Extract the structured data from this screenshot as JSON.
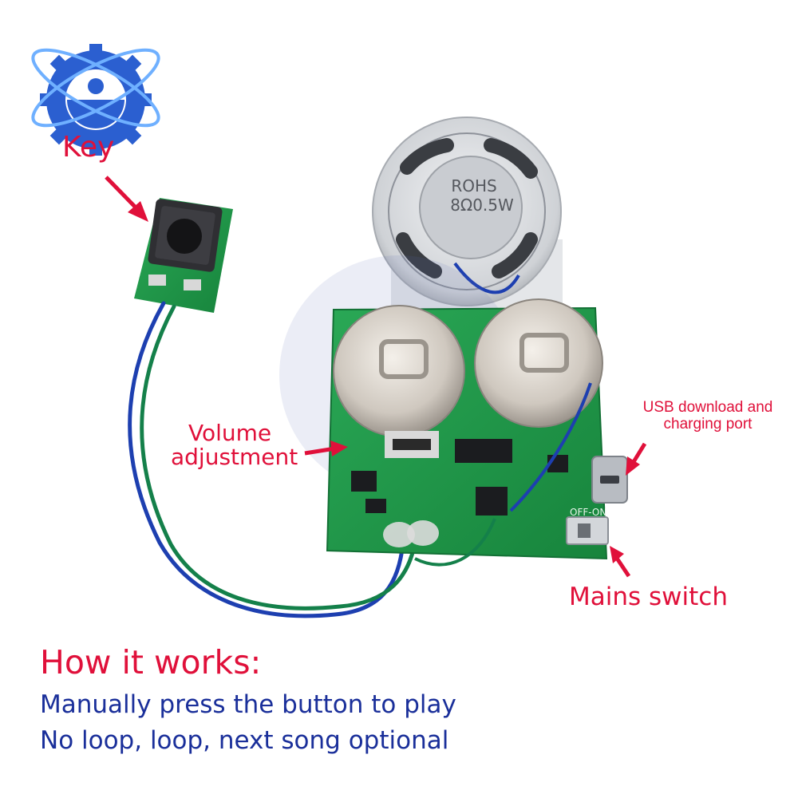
{
  "labels": {
    "key": "Key",
    "volume_line1": "Volume",
    "volume_line2": "adjustment",
    "usb_line1": "USB download and",
    "usb_line2": "charging port",
    "mains": "Mains switch"
  },
  "speaker": {
    "marking_line1": "ROHS",
    "marking_line2": "8Ω0.5W"
  },
  "board": {
    "switch_marking": "OFF-ON"
  },
  "how_it_works": {
    "heading": "How it works:",
    "line1": "Manually press the button to play",
    "line2": "No loop, loop, next song optional"
  },
  "colors": {
    "label_red": "#e0103a",
    "text_blue": "#1a2f9a",
    "pcb_green": "#1e9a4a"
  }
}
